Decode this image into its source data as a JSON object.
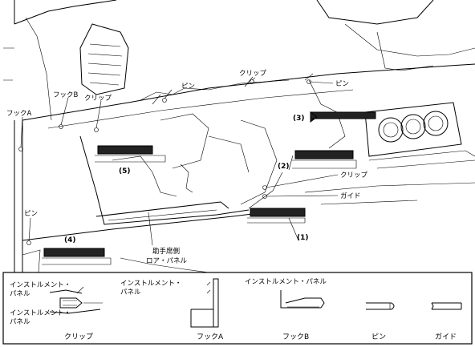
{
  "labels": {
    "hook_b": "フックB",
    "clip_top_left": "クリップ",
    "hook_a": "フックA",
    "pin_top": "ピン",
    "clip_top_center": "クリップ",
    "pin_top_right": "ピン",
    "clip_right": "クリップ",
    "guide_right": "ガイド",
    "pin_left": "ピン",
    "panel_name_line1": "助手席側",
    "panel_name_line2": "ロア・パネル"
  },
  "steps": {
    "s1": "(1)",
    "s2": "(2)",
    "s3": "(3)",
    "s4": "(4)",
    "s5": "(5)"
  },
  "legend": {
    "clip": {
      "upper_label_line1": "インストルメント・",
      "upper_label_line2": "パネル",
      "lower_label_line1": "インストルメント・",
      "lower_label_line2": "パネル",
      "caption": "クリップ"
    },
    "hook_a": {
      "label_line1": "インストルメント・",
      "label_line2": "パネル",
      "caption": "フックA"
    },
    "hook_b": {
      "label": "インストルメント・パネル",
      "caption": "フックB"
    },
    "pin": {
      "caption": "ピン"
    },
    "guide": {
      "caption": "ガイド"
    }
  }
}
